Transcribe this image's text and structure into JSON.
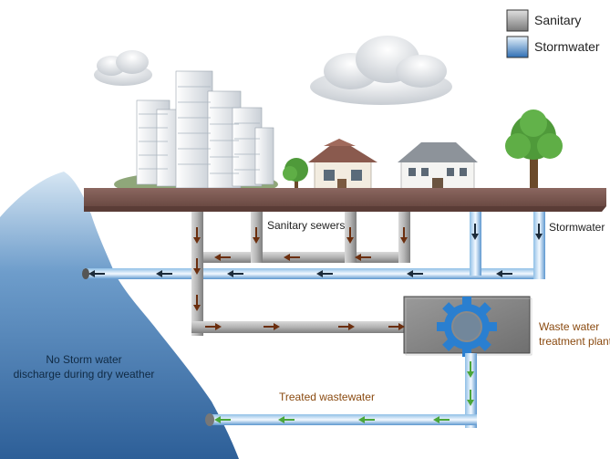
{
  "legend": {
    "sanitary": {
      "label": "Sanitary",
      "color": "#9a9a9a"
    },
    "stormwater": {
      "label": "Stormwater",
      "color": "#3f7fc2"
    }
  },
  "labels": {
    "sanitary_sewers": "Sanitary sewers",
    "stormwater": "Stormwater",
    "plant_line1": "Waste water",
    "plant_line2": "treatment plant",
    "treated": "Treated wastewater",
    "water_line1": "No Storm water",
    "water_line2": "discharge during dry weather"
  },
  "colors": {
    "ground": "#7d5a52",
    "sanitary_pipe": "#a9a9a9",
    "storm_pipe": "#cfe3f3",
    "sanitary_arrow": "#6b2e0e",
    "storm_arrow": "#1c2b3a",
    "treated_arrow": "#4aa63a",
    "plant_box": "#888888",
    "gear": "#2a7fd0",
    "water_body": "#4f82b8"
  },
  "icons": [
    "cloud-icon",
    "city-buildings-icon",
    "house-icon",
    "mansion-icon",
    "tree-icon",
    "gear-icon"
  ]
}
